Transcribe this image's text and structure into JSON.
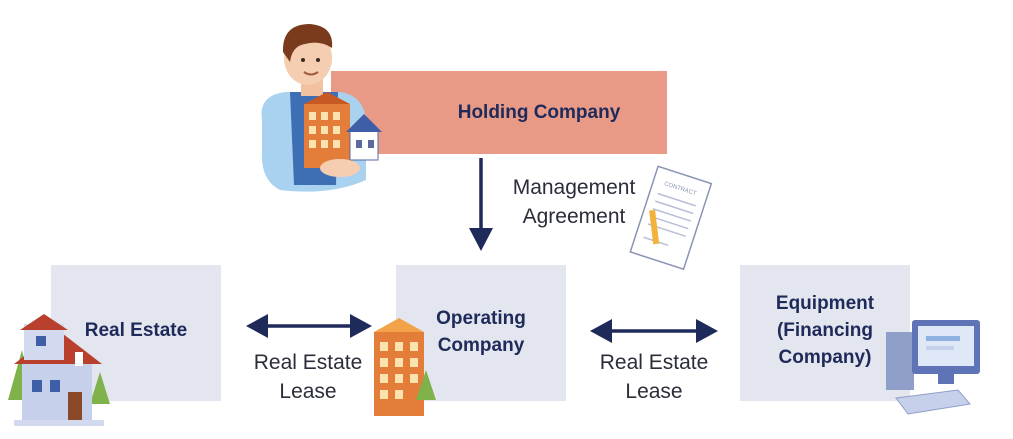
{
  "holding_company": "Holding Company",
  "operating_company": "Operating\nCompany",
  "real_estate": "Real Estate",
  "equipment": "Equipment\n(Financing\nCompany)",
  "management_agreement": "Management\nAgreement",
  "lease_left": "Real Estate\nLease",
  "lease_right": "Real Estate\nLease",
  "contract_text": "CONTRACT",
  "colors": {
    "holding": "#e99a86",
    "box": "#e3e6ee",
    "arrow": "#1e2a5a",
    "text": "#1e2a5a"
  }
}
